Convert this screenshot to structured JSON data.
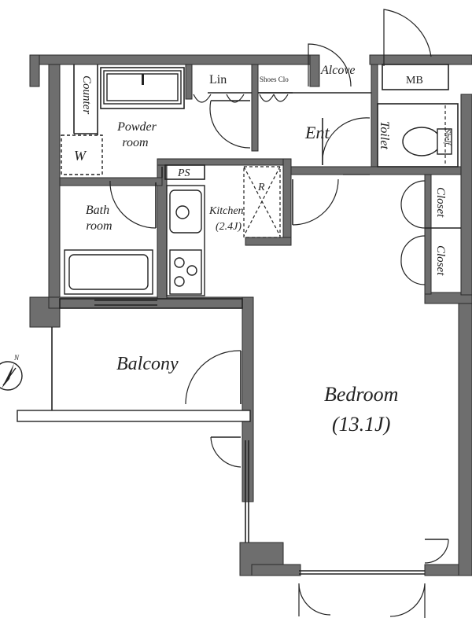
{
  "rooms": {
    "counter": "Counter",
    "powder_room": "Powder\nroom",
    "w": "W",
    "lin": "Lin",
    "shoes_clo": "Shoes Clo",
    "alcove": "Alcove",
    "mb": "MB",
    "ent": "Ent",
    "toilet": "Toilet",
    "shelf": "Shelf",
    "ps": "PS",
    "r": "R",
    "kitchen": "Kitchen",
    "kitchen_size": "(2.4J)",
    "bath_room": "Bath\nroom",
    "closet_1": "Closet",
    "closet_2": "Closet",
    "balcony": "Balcony",
    "bedroom": "Bedroom",
    "bedroom_size": "(13.1J)"
  },
  "compass": {
    "label": "N"
  }
}
